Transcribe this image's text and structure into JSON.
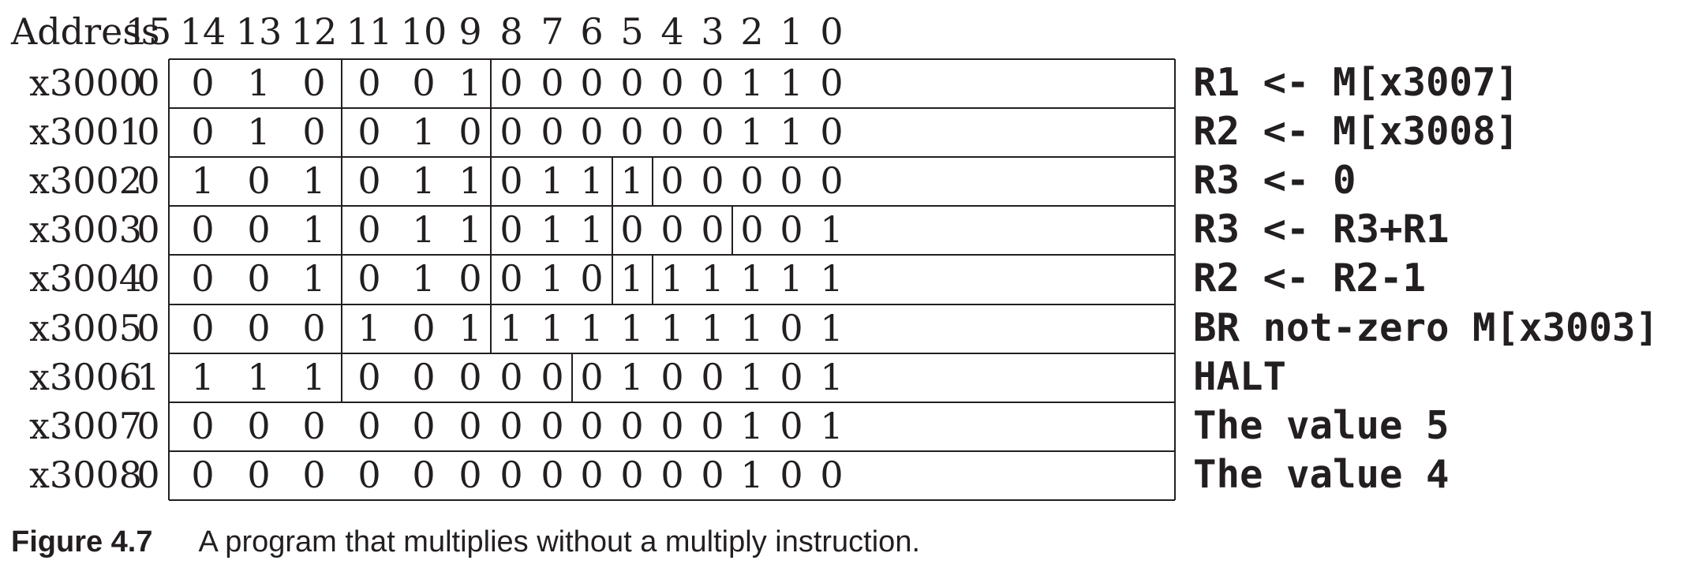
{
  "header": {
    "address_label": "Address",
    "bit_labels": [
      "15",
      "14",
      "13",
      "12",
      "11",
      "10",
      "9",
      "8",
      "7",
      "6",
      "5",
      "4",
      "3",
      "2",
      "1",
      "0"
    ]
  },
  "rows": [
    {
      "address": "x3000",
      "bits": [
        "0",
        "0",
        "1",
        "0",
        "0",
        "0",
        "1",
        "0",
        "0",
        "0",
        "0",
        "0",
        "0",
        "1",
        "1",
        "0"
      ],
      "comment": "R1 <- M[x3007]"
    },
    {
      "address": "x3001",
      "bits": [
        "0",
        "0",
        "1",
        "0",
        "0",
        "1",
        "0",
        "0",
        "0",
        "0",
        "0",
        "0",
        "0",
        "1",
        "1",
        "0"
      ],
      "comment": "R2 <- M[x3008]"
    },
    {
      "address": "x3002",
      "bits": [
        "0",
        "1",
        "0",
        "1",
        "0",
        "1",
        "1",
        "0",
        "1",
        "1",
        "1",
        "0",
        "0",
        "0",
        "0",
        "0"
      ],
      "comment": "R3 <- 0"
    },
    {
      "address": "x3003",
      "bits": [
        "0",
        "0",
        "0",
        "1",
        "0",
        "1",
        "1",
        "0",
        "1",
        "1",
        "0",
        "0",
        "0",
        "0",
        "0",
        "1"
      ],
      "comment": "R3 <- R3+R1"
    },
    {
      "address": "x3004",
      "bits": [
        "0",
        "0",
        "0",
        "1",
        "0",
        "1",
        "0",
        "0",
        "1",
        "0",
        "1",
        "1",
        "1",
        "1",
        "1",
        "1"
      ],
      "comment": "R2 <- R2-1"
    },
    {
      "address": "x3005",
      "bits": [
        "0",
        "0",
        "0",
        "0",
        "1",
        "0",
        "1",
        "1",
        "1",
        "1",
        "1",
        "1",
        "1",
        "1",
        "0",
        "1"
      ],
      "comment": "BR not-zero M[x3003]"
    },
    {
      "address": "x3006",
      "bits": [
        "1",
        "1",
        "1",
        "1",
        "0",
        "0",
        "0",
        "0",
        "0",
        "0",
        "1",
        "0",
        "0",
        "1",
        "0",
        "1"
      ],
      "comment": "HALT"
    },
    {
      "address": "x3007",
      "bits": [
        "0",
        "0",
        "0",
        "0",
        "0",
        "0",
        "0",
        "0",
        "0",
        "0",
        "0",
        "0",
        "0",
        "1",
        "0",
        "1"
      ],
      "comment": "The value 5"
    },
    {
      "address": "x3008",
      "bits": [
        "0",
        "0",
        "0",
        "0",
        "0",
        "0",
        "0",
        "0",
        "0",
        "0",
        "0",
        "0",
        "0",
        "1",
        "0",
        "0"
      ],
      "comment": "The value 4"
    }
  ],
  "caption": {
    "label": "Figure 4.7",
    "text": "A program that multiplies without a multiply instruction."
  }
}
